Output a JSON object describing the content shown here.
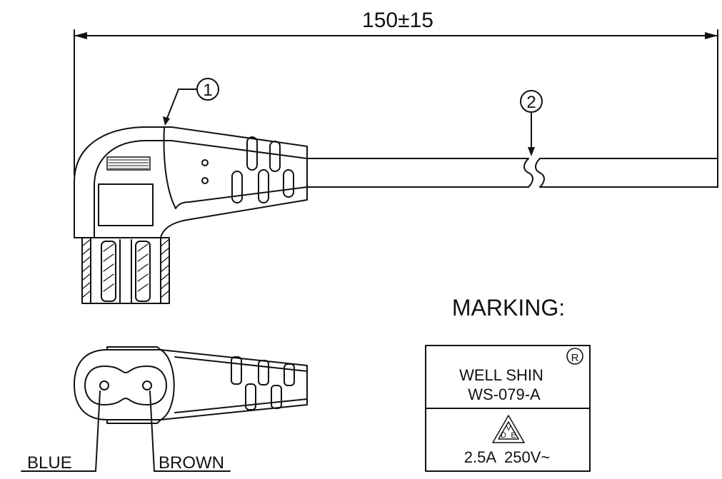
{
  "dimension": {
    "label": "150±15"
  },
  "callouts": [
    {
      "number": "1"
    },
    {
      "number": "2"
    }
  ],
  "wire_labels": {
    "left": "BLUE",
    "right": "BROWN"
  },
  "marking": {
    "heading": "MARKING:",
    "brand": "WELL SHIN",
    "registered_symbol": "R",
    "model": "WS-079-A",
    "vde_mark_letters": [
      "V",
      "D",
      "E"
    ],
    "rating": "2.5A  250V~"
  }
}
